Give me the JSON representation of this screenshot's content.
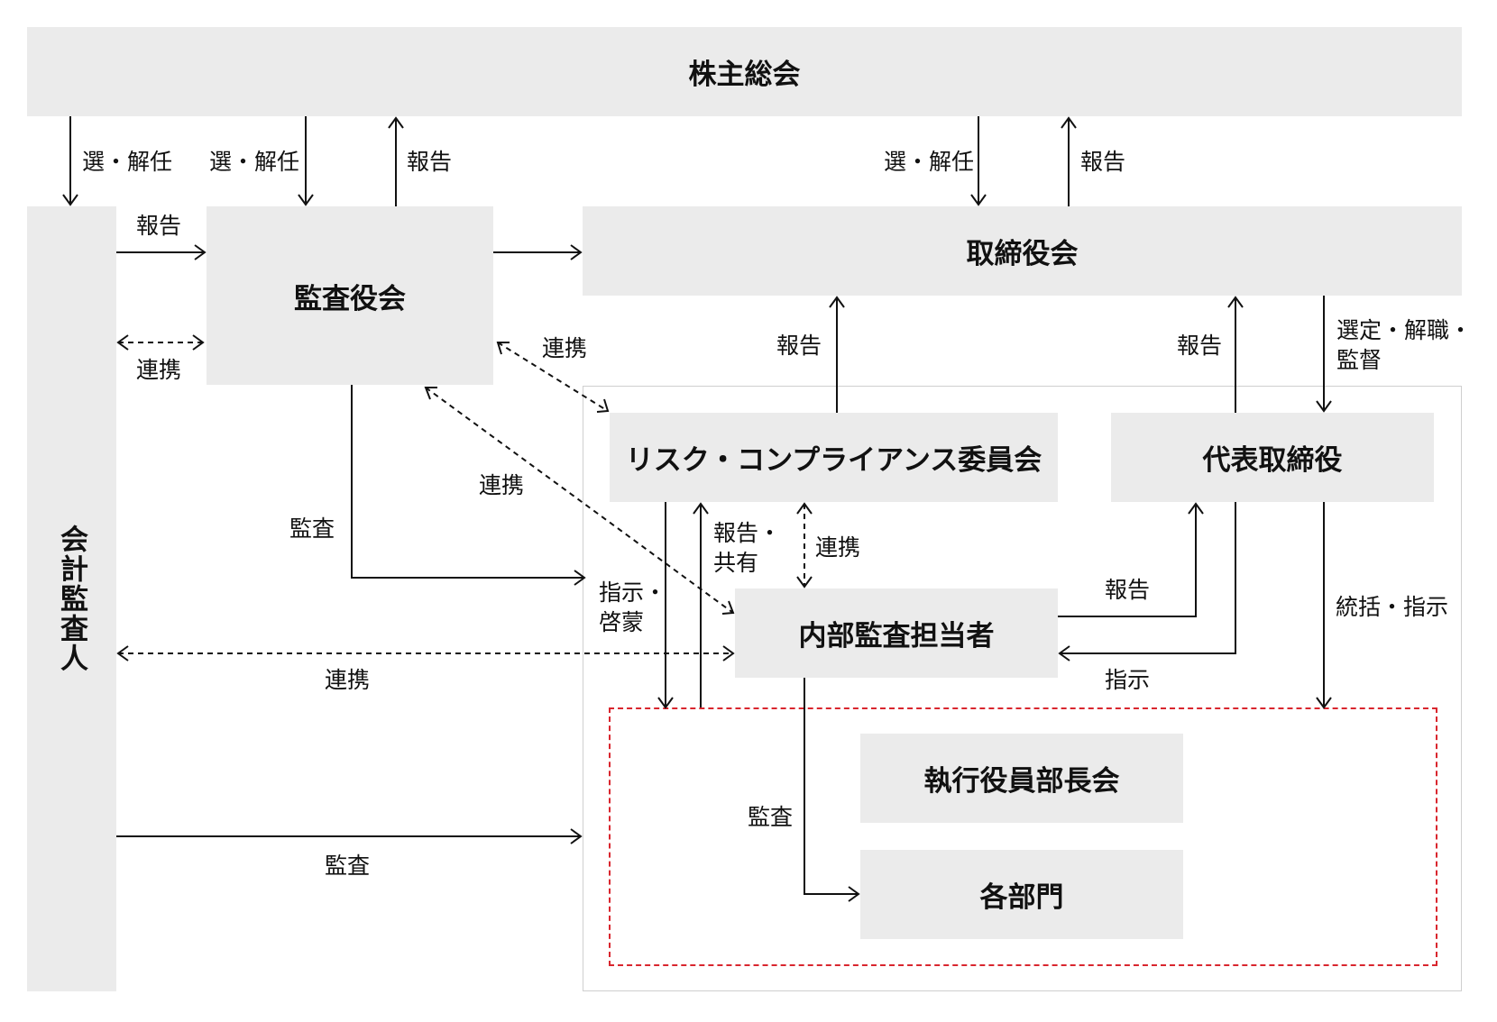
{
  "boxes": {
    "shareholders": "株主総会",
    "accounting_auditor": "会計監査人",
    "audit_board": "監査役会",
    "board": "取締役会",
    "risk_committee": "リスク・コンプライアンス委員会",
    "representative": "代表取締役",
    "internal_auditor": "内部監査担当者",
    "exec_meeting": "執行役員部長会",
    "departments": "各部門"
  },
  "labels": {
    "elect_dismiss_1": "選・解任",
    "elect_dismiss_2": "選・解任",
    "report_1": "報告",
    "elect_dismiss_3": "選・解任",
    "report_2": "報告",
    "report_3": "報告",
    "cooperate_1": "連携",
    "cooperate_2": "連携",
    "cooperate_3": "連携",
    "report_4": "報告",
    "report_5": "報告",
    "select_line1": "選定・解職・",
    "select_line2": "監督",
    "audit_1": "監査",
    "instruct_line1": "指示・",
    "instruct_line2": "啓蒙",
    "report_share_line1": "報告・",
    "report_share_line2": "共有",
    "cooperate_4": "連携",
    "report_6": "報告",
    "instruct": "指示",
    "oversee": "統括・指示",
    "cooperate_5": "連携",
    "audit_2": "監査",
    "audit_3": "監査"
  },
  "colors": {
    "box_fill": "#ebebeb",
    "line": "#111111",
    "red_frame": "#d9262e",
    "outer_frame": "#cfcfcf"
  }
}
